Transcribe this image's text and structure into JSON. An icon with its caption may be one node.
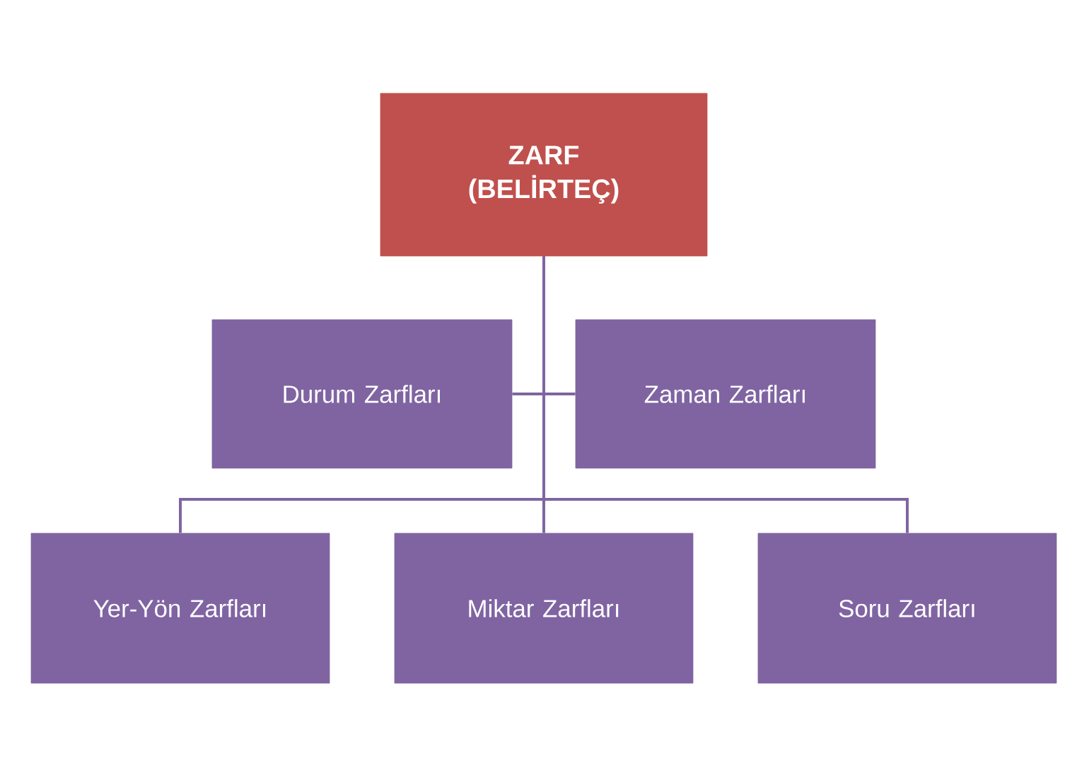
{
  "diagram": {
    "nodes": [
      {
        "text": [
          "ZARF (BELİRTEÇ)"
        ]
      },
      {
        "text": [
          "Durum Zarfları"
        ]
      },
      {
        "text": [
          "Zaman Zarfları"
        ]
      },
      {
        "text": [
          "Yer-Yön Zarfları"
        ]
      },
      {
        "text": [
          "Miktar Zarfları"
        ]
      },
      {
        "text": [
          "Soru Zarfları"
        ]
      }
    ],
    "edges": [
      {
        "from": 0,
        "to": 1,
        "arrow": "none"
      },
      {
        "from": 0,
        "to": 2,
        "arrow": "none"
      },
      {
        "from": 0,
        "to": 3,
        "arrow": "none"
      },
      {
        "from": 0,
        "to": 4,
        "arrow": "none"
      },
      {
        "from": 0,
        "to": 5,
        "arrow": "none"
      }
    ]
  }
}
